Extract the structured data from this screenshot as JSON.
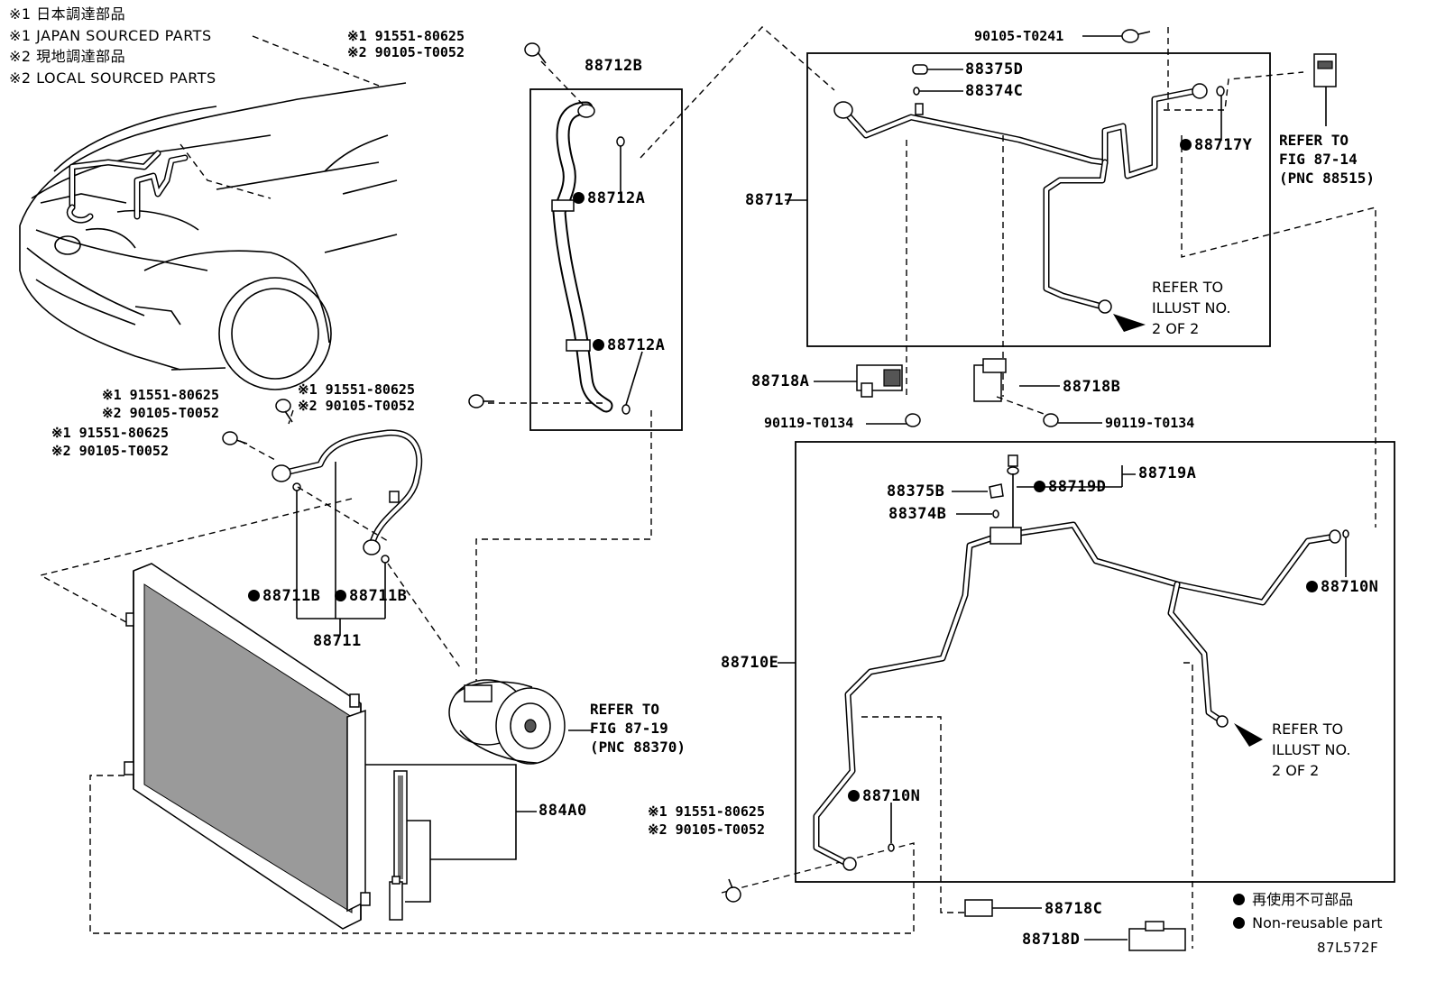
{
  "notes": {
    "jp1": "※1 日本調達部品",
    "en1": "※1 JAPAN SOURCED PARTS",
    "jp2": "※2 現地調達部品",
    "en2": "※2 LOCAL SOURCED PARTS"
  },
  "fasteners": {
    "top_1": "※1 91551-80625",
    "top_2": "※2 90105-T0052",
    "mid_1": "※1 91551-80625",
    "mid_2": "※2 90105-T0052",
    "left_a_1": "※1 91551-80625",
    "left_a_2": "※2 90105-T0052",
    "left_b_1": "※1 91551-80625",
    "left_b_2": "※2 90105-T0052",
    "bottom_1": "※1 91551-80625",
    "bottom_2": "※2 90105-T0052",
    "bolt_t0241": "90105-T0241",
    "bolt_t0134_left": "90119-T0134",
    "bolt_t0134_right": "90119-T0134"
  },
  "parts": {
    "p88712B": "88712B",
    "p88712A_top": "88712A",
    "p88712A_bottom": "88712A",
    "p88711B_left": "88711B",
    "p88711B_right": "88711B",
    "p88711": "88711",
    "p884A0": "884A0",
    "p88717": "88717",
    "p88375D": "88375D",
    "p88374C": "88374C",
    "p88717Y": "88717Y",
    "p88718A": "88718A",
    "p88718B": "88718B",
    "p88719A": "88719A",
    "p88719D": "88719D",
    "p88375B": "88375B",
    "p88374B": "88374B",
    "p88710N_right": "88710N",
    "p88710E": "88710E",
    "p88710N_left": "88710N",
    "p88718C": "88718C",
    "p88718D": "88718D"
  },
  "refs": {
    "fig_87_14": [
      "REFER TO",
      "FIG 87-14",
      "(PNC 88515)"
    ],
    "fig_87_19": [
      "REFER TO",
      "FIG 87-19",
      "(PNC 88370)"
    ],
    "illust_top": [
      "REFER TO",
      "ILLUST NO.",
      "2 OF 2"
    ],
    "illust_bottom": [
      "REFER TO",
      "ILLUST NO.",
      "2 OF 2"
    ]
  },
  "legend": {
    "jp": "再使用不可部品",
    "en": "Non-reusable part"
  },
  "figure_code": "87L572F"
}
